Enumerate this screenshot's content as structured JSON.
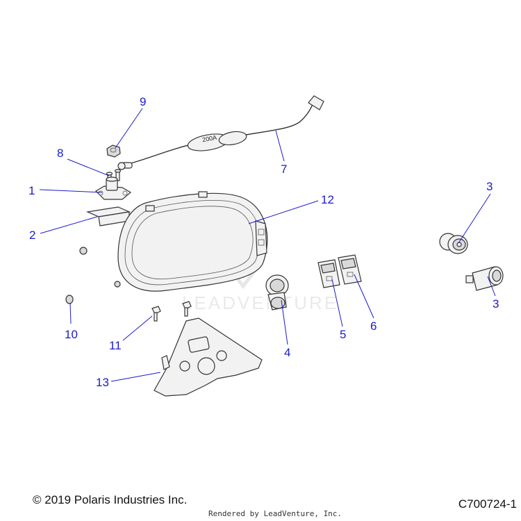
{
  "diagram": {
    "callouts": [
      {
        "id": "c1",
        "label": "1"
      },
      {
        "id": "c2",
        "label": "2"
      },
      {
        "id": "c3a",
        "label": "3"
      },
      {
        "id": "c3b",
        "label": "3"
      },
      {
        "id": "c4",
        "label": "4"
      },
      {
        "id": "c5",
        "label": "5"
      },
      {
        "id": "c6",
        "label": "6"
      },
      {
        "id": "c7",
        "label": "7"
      },
      {
        "id": "c8",
        "label": "8"
      },
      {
        "id": "c9",
        "label": "9"
      },
      {
        "id": "c10",
        "label": "10"
      },
      {
        "id": "c11",
        "label": "11"
      },
      {
        "id": "c12",
        "label": "12"
      },
      {
        "id": "c13",
        "label": "13"
      }
    ],
    "cable_marking": "200A",
    "watermark": "LEADVENTURE",
    "callout_color": "#1a1acc"
  },
  "footer": {
    "copyright": "© 2019 Polaris Industries Inc.",
    "diagram_code": "C700724-1",
    "rendered_by": "Rendered by LeadVenture, Inc."
  }
}
